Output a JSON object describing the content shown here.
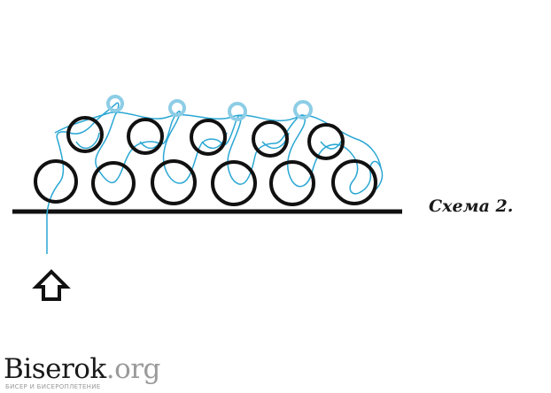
{
  "diagram": {
    "caption": "Схема 2.",
    "colors": {
      "bead_outline": "#111111",
      "thread": "#2aa7d4",
      "picot_bead": "#8dcde6",
      "baseline": "#111111"
    },
    "icons": {
      "start_marker": "up-arrow-outline-icon"
    },
    "bottom_row_beads": 6,
    "middle_row_beads": 5,
    "picot_beads": 4
  },
  "watermark": {
    "brand": "Biserok",
    "tld": ".org",
    "tagline": "БИСЕР И БИСЕРОПЛЕТЕНИЕ"
  }
}
